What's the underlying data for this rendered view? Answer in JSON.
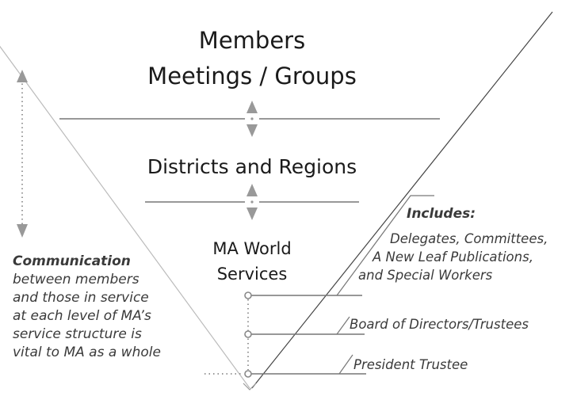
{
  "levels": {
    "top_line1": "Members",
    "top_line2": "Meetings / Groups",
    "middle": "Districts and Regions",
    "bottom_line1": "MA World",
    "bottom_line2": "Services"
  },
  "communication_note": {
    "heading": "Communication",
    "lines": [
      "between members",
      "and those in service",
      "at each level of MA’s",
      "service structure is",
      "vital to MA as a whole"
    ]
  },
  "world_services": {
    "includes_label": "Includes:",
    "includes_lines": [
      "Delegates, Committees,",
      "A New Leaf Publications,",
      "and Special Workers"
    ],
    "board": "Board of Directors/Trustees",
    "president": "President Trustee"
  },
  "colors": {
    "line": "#777777",
    "arrow": "#999999",
    "edge": "#444444"
  }
}
